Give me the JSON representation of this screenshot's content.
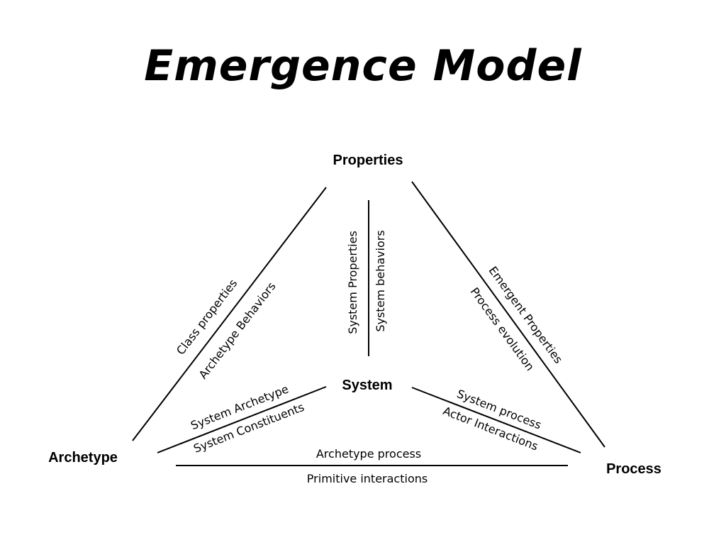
{
  "title": "Emergence Model",
  "nodes": {
    "properties": "Properties",
    "system": "System",
    "archetype": "Archetype",
    "process": "Process"
  },
  "edges": {
    "archetype_properties": {
      "outer": "Class properties",
      "inner": "Archetype Behaviors"
    },
    "system_properties": {
      "left": "System Properties",
      "right": "System behaviors"
    },
    "properties_process": {
      "outer": "Emergent Properties",
      "inner": "Process evolution"
    },
    "archetype_system": {
      "upper": "System Archetype",
      "lower": "System Constituents"
    },
    "system_process": {
      "upper": "System process",
      "lower": "Actor Interactions"
    },
    "archetype_process": {
      "upper": "Archetype process",
      "lower": "Primitive interactions"
    }
  },
  "colors": {
    "ink": "#000000",
    "background": "#ffffff"
  }
}
